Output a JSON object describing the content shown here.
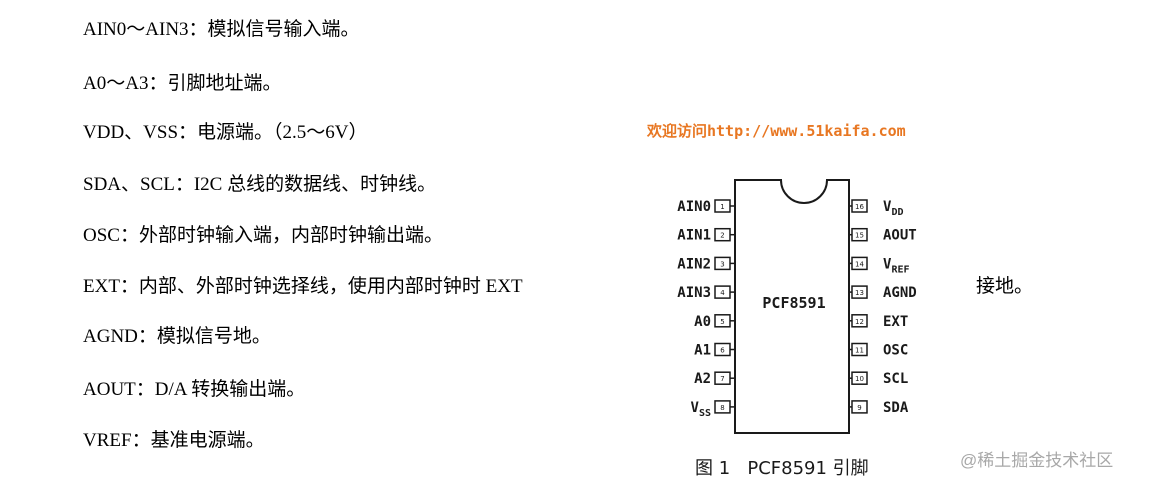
{
  "lines": [
    "AIN0～AIN3：模拟信号输入端。",
    "A0～A3：引脚地址端。",
    "VDD、VSS：电源端。（2.5～6V）",
    "SDA、SCL：I2C 总线的数据线、时钟线。",
    "OSC：外部时钟输入端，内部时钟输出端。",
    "EXT：内部、外部时钟选择线，使用内部时钟时 EXT",
    "AGND：模拟信号地。",
    "AOUT：D/A 转换输出端。",
    "VREF：基准电源端。"
  ],
  "line_continuation": "接地。",
  "figure": {
    "site_banner": "欢迎访问http://www.51kaifa.com",
    "chip_name": "PCF8591",
    "caption": "图 1   PCF8591 引脚",
    "left_pins": [
      {
        "label": "AIN0",
        "num": "1"
      },
      {
        "label": "AIN1",
        "num": "2"
      },
      {
        "label": "AIN2",
        "num": "3"
      },
      {
        "label": "AIN3",
        "num": "4"
      },
      {
        "label": "A0",
        "num": "5"
      },
      {
        "label": "A1",
        "num": "6"
      },
      {
        "label": "A2",
        "num": "7"
      },
      {
        "label": "V",
        "sub": "SS",
        "num": "8"
      }
    ],
    "right_pins": [
      {
        "label": "V",
        "sub": "DD",
        "num": "16"
      },
      {
        "label": "AOUT",
        "num": "15"
      },
      {
        "label": "V",
        "sub": "REF",
        "num": "14"
      },
      {
        "label": "AGND",
        "num": "13"
      },
      {
        "label": "EXT",
        "num": "12"
      },
      {
        "label": "OSC",
        "num": "11"
      },
      {
        "label": "SCL",
        "num": "10"
      },
      {
        "label": "SDA",
        "num": "9"
      }
    ],
    "colors": {
      "banner": "#e87722",
      "ink": "#1a1a1a"
    }
  },
  "watermark": "@稀土掘金技术社区"
}
